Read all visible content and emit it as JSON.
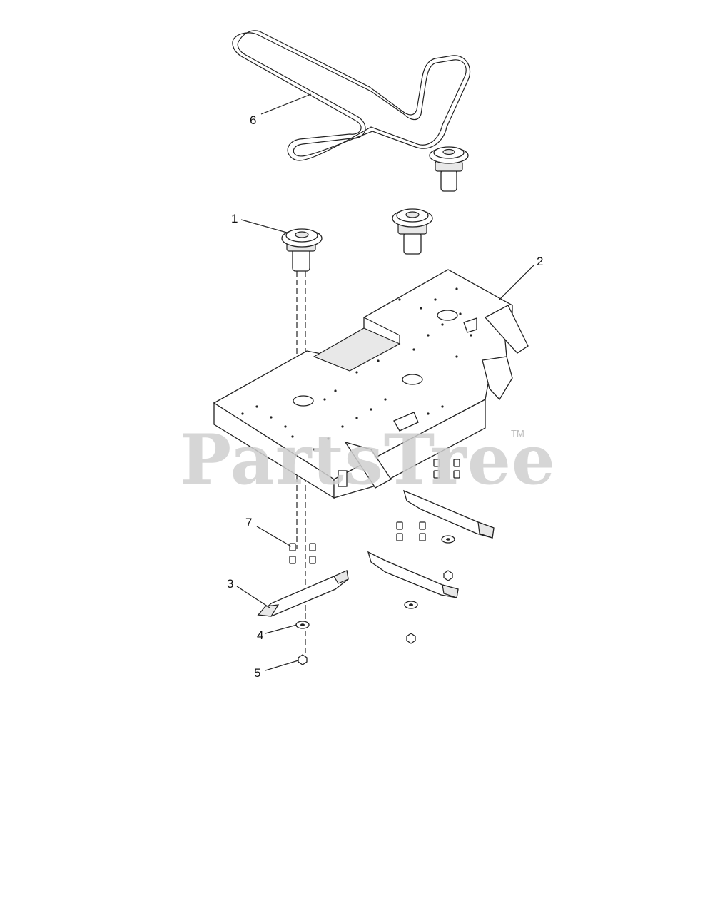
{
  "watermark": {
    "brand": "PartsTree",
    "trademark": "TM"
  },
  "callouts": [
    {
      "id": "1",
      "label": "1"
    },
    {
      "id": "2",
      "label": "2"
    },
    {
      "id": "3",
      "label": "3"
    },
    {
      "id": "4",
      "label": "4"
    },
    {
      "id": "5",
      "label": "5"
    },
    {
      "id": "6",
      "label": "6"
    },
    {
      "id": "7",
      "label": "7"
    }
  ]
}
